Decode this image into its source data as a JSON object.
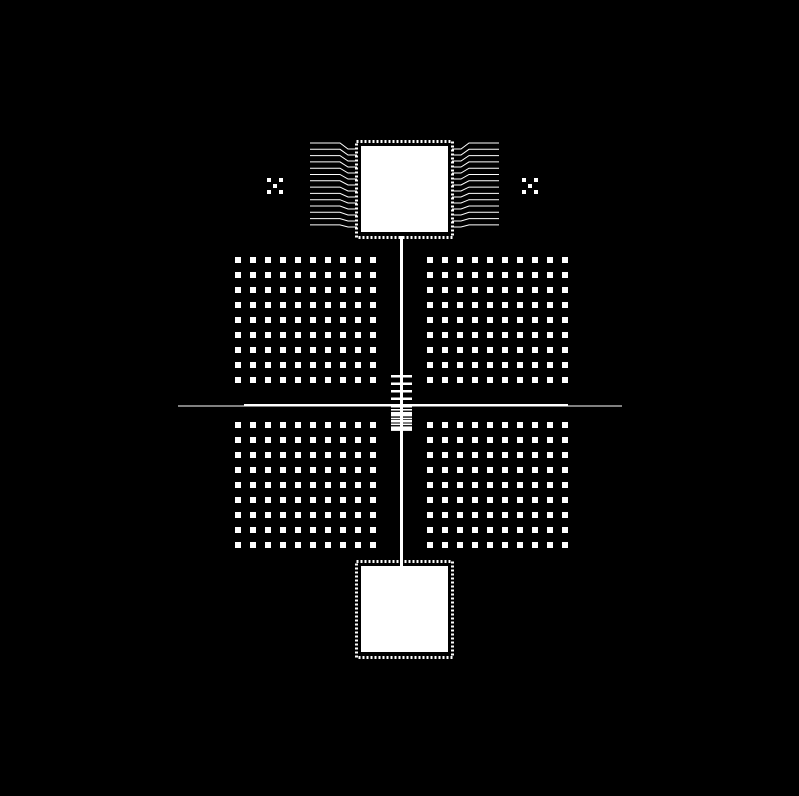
{
  "colors": {
    "background": "#000000",
    "foreground": "#ffffff"
  },
  "layout_description": {
    "pads": [
      "top-pad",
      "bottom-pad"
    ],
    "pad_arrays": [
      "array-top-left",
      "array-top-right",
      "array-bottom-left",
      "array-bottom-right"
    ],
    "array_grid": {
      "columns": 10,
      "rows": 9
    },
    "fan_lines_per_side": 14,
    "interdigitated_fingers": 8,
    "alignment_marks": [
      "alignment-mark-left",
      "alignment-mark-right"
    ]
  }
}
